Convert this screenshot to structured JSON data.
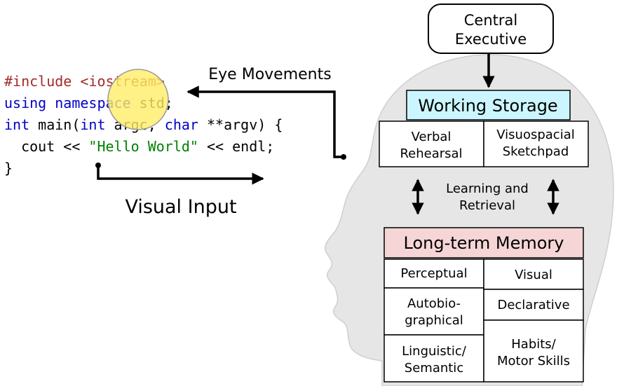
{
  "code": {
    "lines": [
      [
        {
          "text": "#include <iostream>",
          "color": "#a52a2a"
        }
      ],
      [
        {
          "text": "using namespace",
          "color": "#0000cc"
        },
        {
          "text": " std;",
          "color": "#000000"
        }
      ],
      [
        {
          "text": "int",
          "color": "#0000cc"
        },
        {
          "text": " main(",
          "color": "#000000"
        },
        {
          "text": "int",
          "color": "#0000cc"
        },
        {
          "text": " argc, ",
          "color": "#000000"
        },
        {
          "text": "char",
          "color": "#0000cc"
        },
        {
          "text": " **argv) {",
          "color": "#000000"
        }
      ],
      [
        {
          "text": "  cout << ",
          "color": "#000000"
        },
        {
          "text": "\"Hello World\"",
          "color": "#008000"
        },
        {
          "text": " << endl;",
          "color": "#000000"
        }
      ],
      [
        {
          "text": "}",
          "color": "#000000"
        }
      ]
    ]
  },
  "labels": {
    "eye_movements": "Eye Movements",
    "visual_input": "Visual Input",
    "learning_retrieval": [
      "Learning and",
      "Retrieval"
    ]
  },
  "central_executive": [
    "Central",
    "Executive"
  ],
  "working_storage": {
    "title": "Working Storage",
    "color": "#ccf6ff",
    "cells": {
      "verbal": [
        "Verbal",
        "Rehearsal"
      ],
      "visuospatial": [
        "Visuospacial",
        "Sketchpad"
      ]
    }
  },
  "long_term_memory": {
    "title": "Long-term Memory",
    "color": "#f5d5d5",
    "cells": {
      "perceptual": [
        "Perceptual"
      ],
      "autobiographical": [
        "Autobio-",
        "graphical"
      ],
      "linguistic": [
        "Linguistic/",
        "Semantic"
      ],
      "visual": [
        "Visual"
      ],
      "declarative": [
        "Declarative"
      ],
      "habits": [
        "Habits/",
        "Motor Skills"
      ]
    }
  },
  "colors": {
    "head": "#e6e6e6",
    "head_outline": "#cfcfcf",
    "fixation": "#ffee66",
    "fixation_outline": "#999999"
  }
}
